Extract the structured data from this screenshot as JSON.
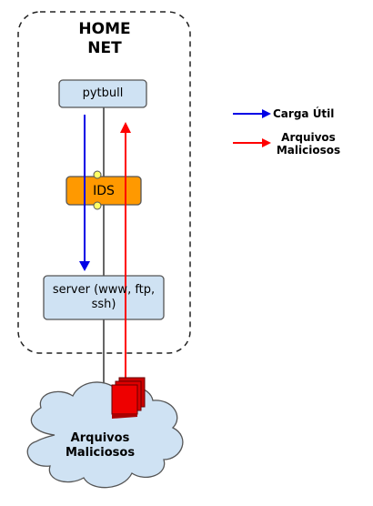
{
  "home_net": {
    "title_line1": "HOME",
    "title_line2": "NET"
  },
  "nodes": {
    "pytbull": "pytbull",
    "ids": "IDS",
    "server_line1": "server (www, ftp,",
    "server_line2": "ssh)"
  },
  "cloud": {
    "line1": "Arquivos",
    "line2": "Maliciosos"
  },
  "legend": [
    {
      "label": "Carga Útil",
      "color": "#0000e6"
    },
    {
      "label_line1": "Arquivos",
      "label_line2": "Maliciosos",
      "color": "#ff0000"
    }
  ],
  "colors": {
    "box_fill": "#cfe2f3",
    "ids_fill": "#ff9900",
    "connector": "#ffff66",
    "payload_arrow": "#0000e6",
    "malicious_arrow": "#ff0000"
  }
}
